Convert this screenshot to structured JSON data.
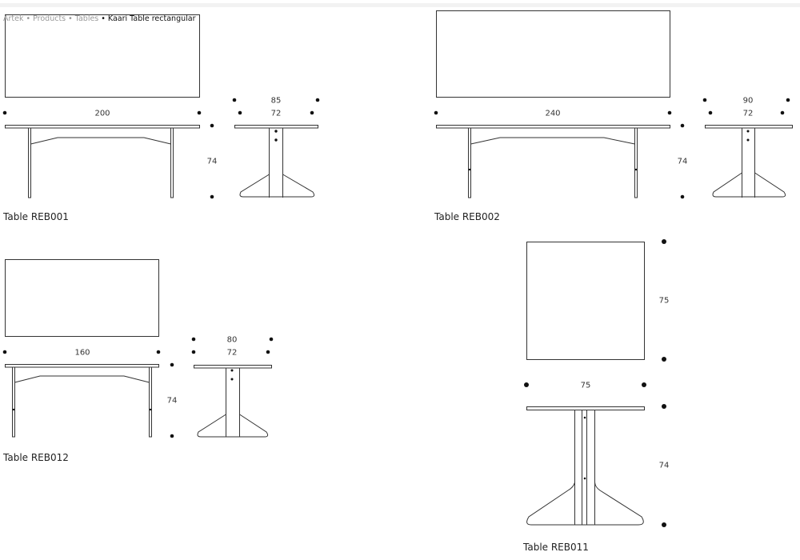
{
  "breadcrumb": {
    "items": [
      "Artek",
      "Products",
      "Tables",
      "Kaari Table rectangular"
    ],
    "separator": "•"
  },
  "tables": [
    {
      "name": "Table REB001",
      "length": "200",
      "width_outer": "85",
      "width_inner": "72",
      "height": "74"
    },
    {
      "name": "Table REB002",
      "length": "240",
      "width_outer": "90",
      "width_inner": "72",
      "height": "74"
    },
    {
      "name": "Table REB012",
      "length": "160",
      "width_outer": "80",
      "width_inner": "72",
      "height": "74"
    },
    {
      "name": "Table REB011",
      "length": "75",
      "depth": "75",
      "height": "74"
    }
  ],
  "colors": {
    "line": "#333333",
    "dot": "#111111",
    "muted_text": "#999999"
  }
}
